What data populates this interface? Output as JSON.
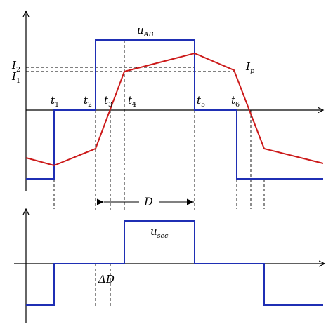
{
  "figure": {
    "colors": {
      "axis": "#000000",
      "voltage_wave": "#1f2fb4",
      "current_wave": "#cc1a1a",
      "guide_lines": "#000000"
    },
    "labels": {
      "u_main": "u",
      "u_main_sub": "AB",
      "i_main": "I",
      "i_main_sub": "p",
      "u_sec": "u",
      "u_sec_sub": "sec",
      "I2": "I",
      "I2_sub": "2",
      "I1": "I",
      "I1_sub": "1",
      "D": "D",
      "delta_D": "ΔD",
      "t1": "t",
      "t1_sub": "1",
      "t2": "t",
      "t2_sub": "2",
      "t3": "t",
      "t3_sub": "3",
      "t4": "t",
      "t4_sub": "4",
      "t5": "t",
      "t5_sub": "5",
      "t6": "t",
      "t6_sub": "6"
    }
  }
}
